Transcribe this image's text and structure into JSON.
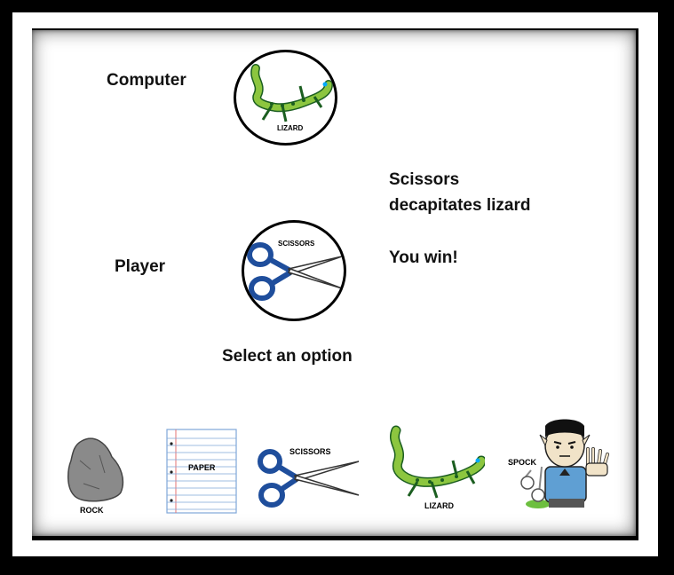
{
  "computer": {
    "label": "Computer",
    "choice_icon": "lizard-icon",
    "choice_text": "LIZARD"
  },
  "player": {
    "label": "Player",
    "choice_icon": "scissors-icon",
    "choice_text": "SCISSORS"
  },
  "result": {
    "line1": "Scissors",
    "line2": "decapitates lizard",
    "outcome": "You win!"
  },
  "prompt": "Select an option",
  "options": [
    {
      "icon": "rock-icon",
      "text": "ROCK"
    },
    {
      "icon": "paper-icon",
      "text": "PAPER"
    },
    {
      "icon": "scissors-icon",
      "text": "SCISSORS"
    },
    {
      "icon": "lizard-icon",
      "text": "LIZARD"
    },
    {
      "icon": "spock-icon",
      "text": "SPOCK"
    }
  ],
  "colors": {
    "lizard_green": "#8cc63f",
    "lizard_dark": "#2e7d32",
    "scissors_blue": "#1f4e9c",
    "rock_gray": "#8a8a8a",
    "paper_lines": "#7fa7d9",
    "spock_shirt": "#5f9fd3"
  }
}
